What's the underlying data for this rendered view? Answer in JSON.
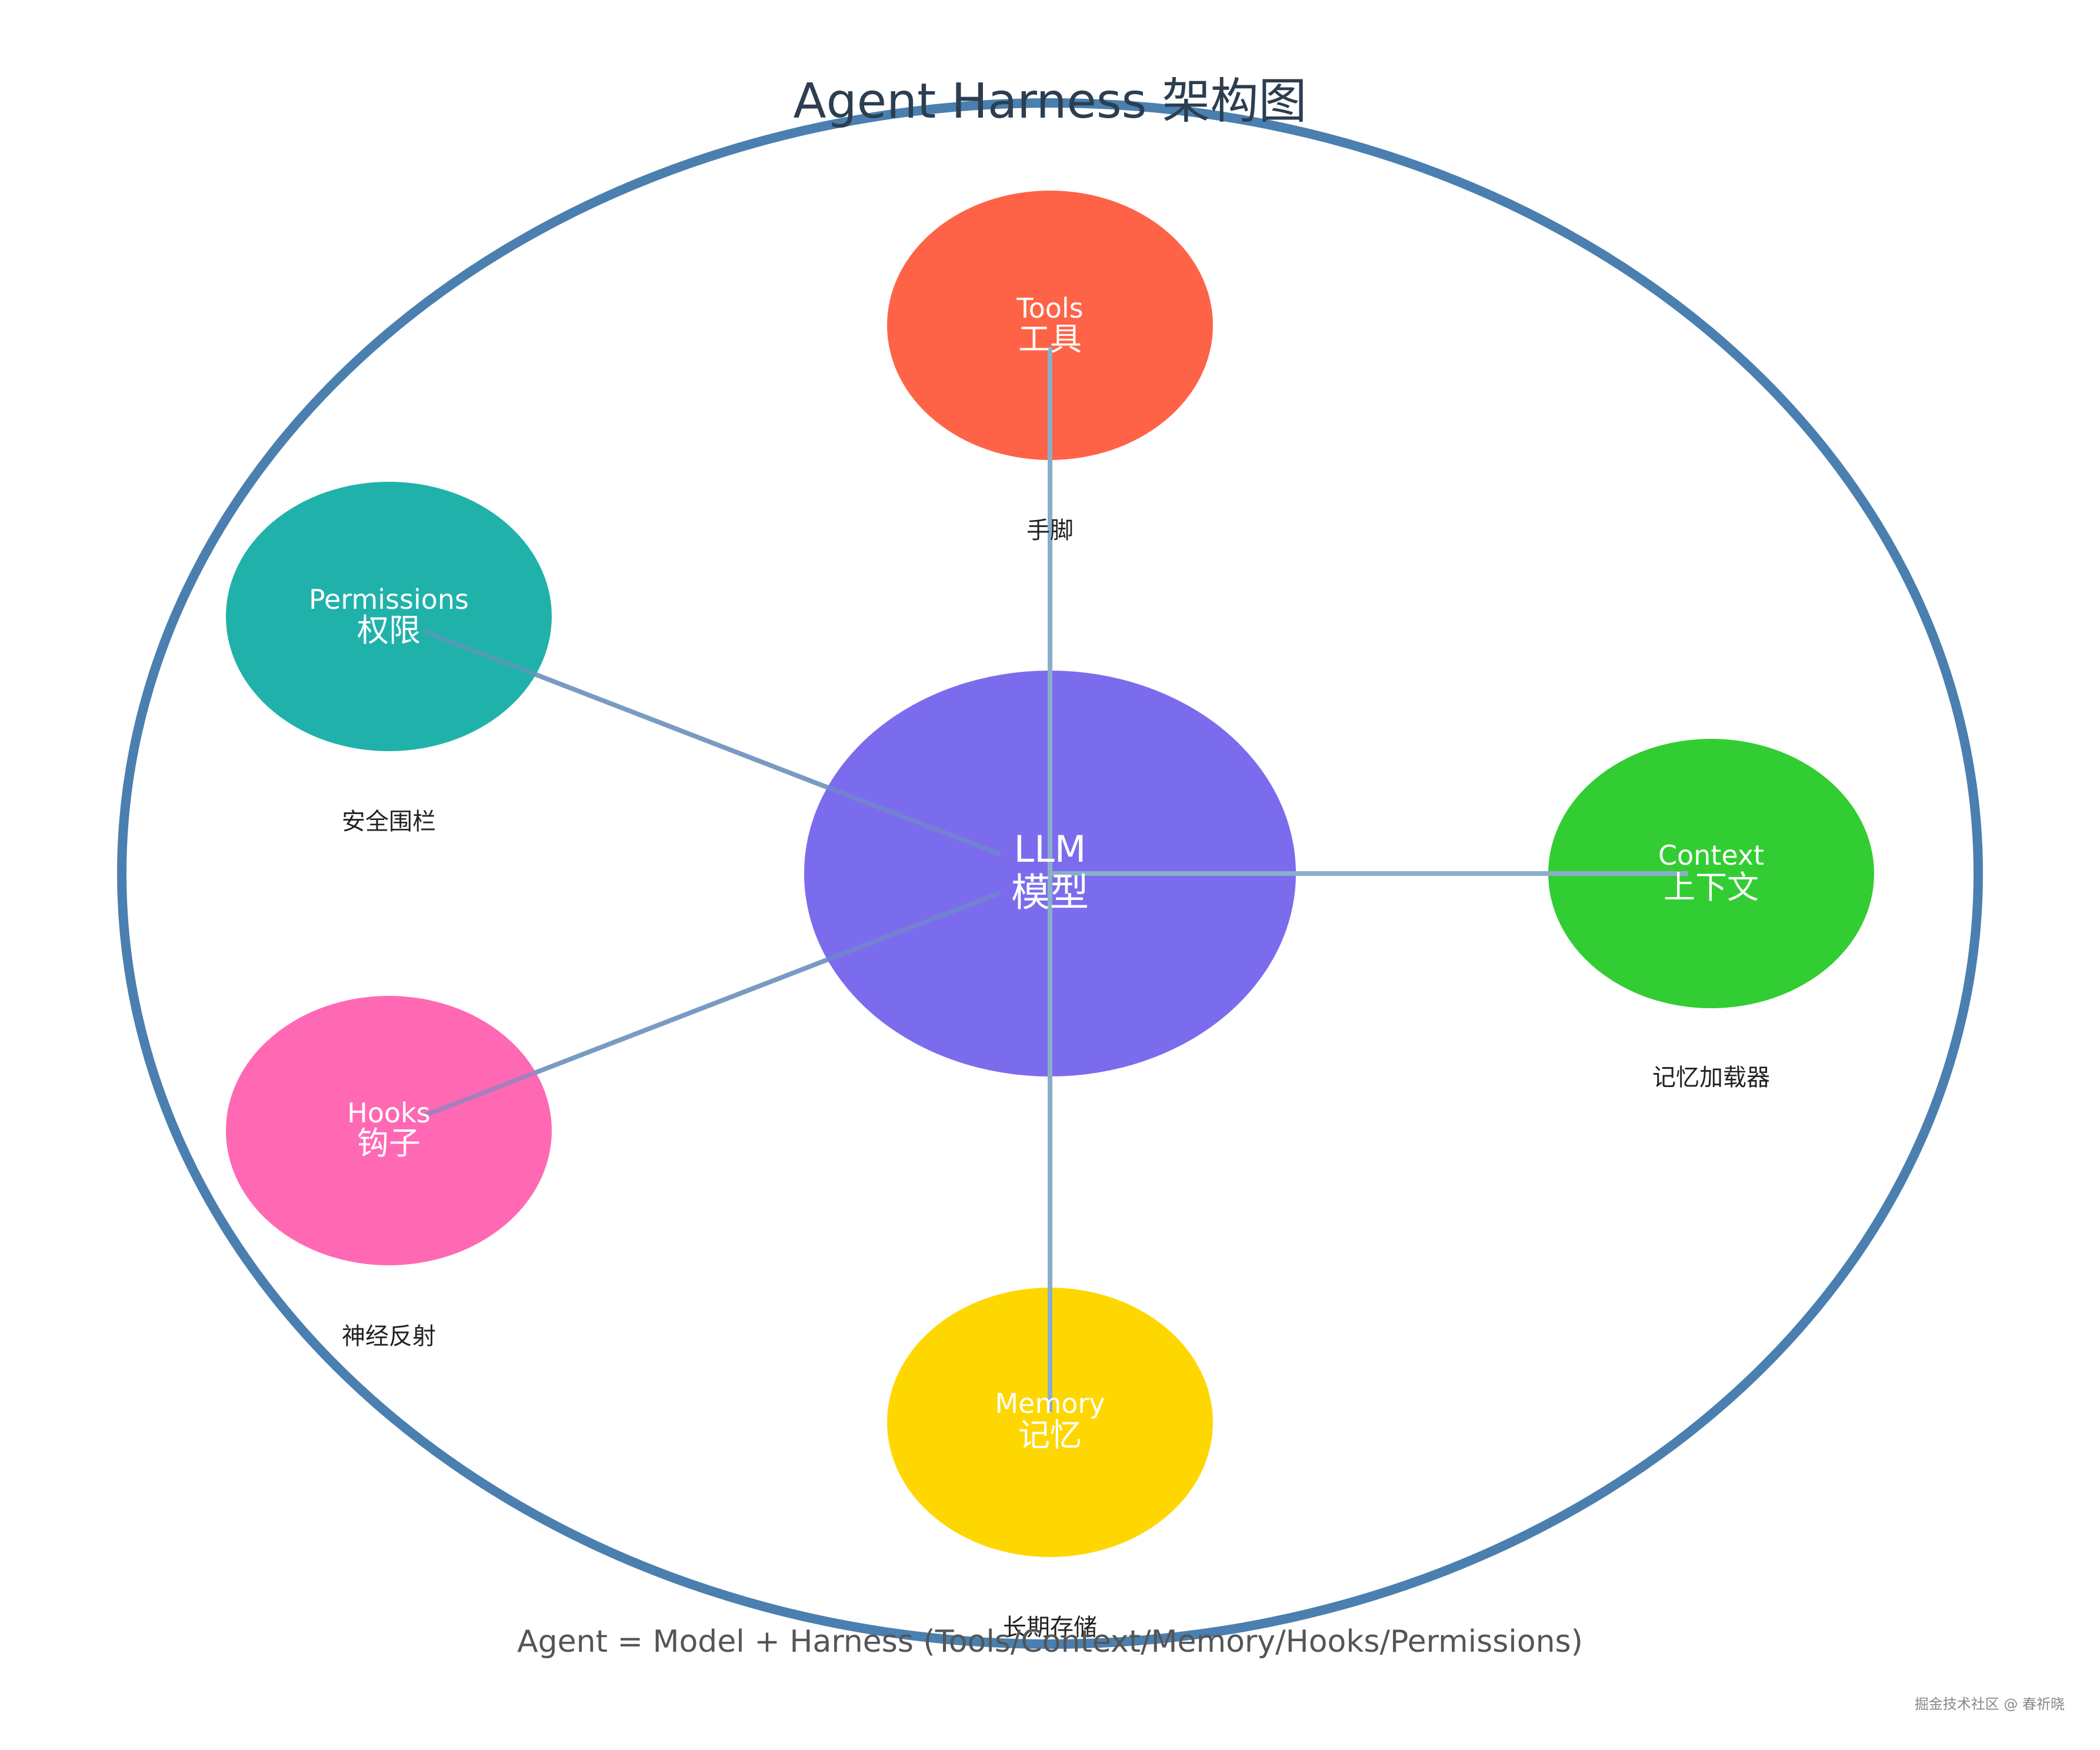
{
  "title": "Agent Harness 架构图",
  "formula": "Agent = Model + Harness (Tools/Context/Memory/Hooks/Permissions)",
  "watermark": "掘金技术社区 @ 春祈晓",
  "colors": {
    "outer_ring": "#4a7fb0",
    "connector": "#8aaec9",
    "center": "#7b6cee",
    "tools": "#ff6347",
    "permissions": "#20b2aa",
    "context": "#32cd32",
    "hooks": "#ff69b4",
    "memory": "#ffd700"
  },
  "center": {
    "en": "LLM",
    "zh": "模型"
  },
  "nodes": {
    "tools": {
      "en": "Tools",
      "zh": "工具",
      "caption": "手脚"
    },
    "permissions": {
      "en": "Permissions",
      "zh": "权限",
      "caption": "安全围栏"
    },
    "context": {
      "en": "Context",
      "zh": "上下文",
      "caption": "记忆加载器"
    },
    "hooks": {
      "en": "Hooks",
      "zh": "钩子",
      "caption": "神经反射"
    },
    "memory": {
      "en": "Memory",
      "zh": "记忆",
      "caption": "长期存储"
    }
  }
}
